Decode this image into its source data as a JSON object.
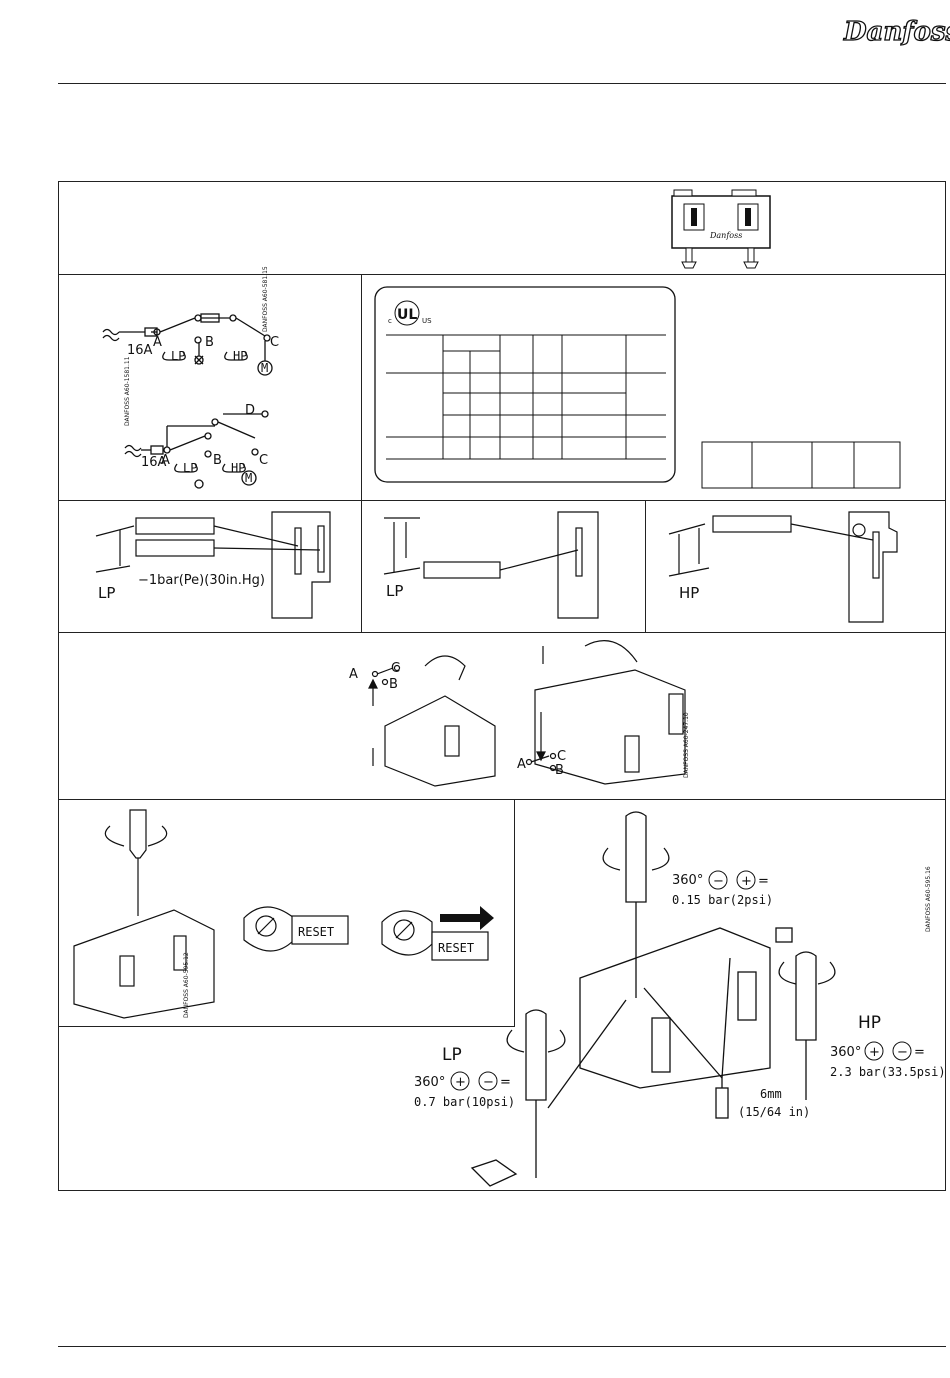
{
  "brand": {
    "logo_text": "Danfoss"
  },
  "wiring": {
    "fuse_label": "16A",
    "terminals": [
      "A",
      "B",
      "C",
      "D"
    ],
    "lp_label": "LP",
    "hp_label": "HP",
    "motor_label": "M",
    "code_1": "DANFOSS A60-581.15",
    "code_2": "DANFOSS A60-1581.11"
  },
  "ul_mark": {
    "c": "c",
    "ul": "UL",
    "us": "US"
  },
  "settings": {
    "lp_label": "LP",
    "hp_label": "HP",
    "vacuum_note": "−1bar(Pe)(30in.Hg)"
  },
  "test": {
    "code": "DANFOSS A60-247.10",
    "terminals": [
      "A",
      "B",
      "C"
    ]
  },
  "reset": {
    "button_label": "RESET",
    "code": "DANFOSS A60-595.12"
  },
  "adjust": {
    "code": "DANFOSS A60-595.16",
    "center_turn": "360°",
    "center_value": "0.15  bar(2psi)",
    "lp_label": "LP",
    "lp_turn": "360°",
    "lp_value": "0.7  bar(10psi)",
    "hp_label": "HP",
    "hp_turn": "360°",
    "hp_value": "2.3  bar(33.5psi)",
    "tool_size": "6mm",
    "tool_size_in": "(15/64 in)",
    "plus": "+",
    "minus": "−",
    "equals": "="
  }
}
